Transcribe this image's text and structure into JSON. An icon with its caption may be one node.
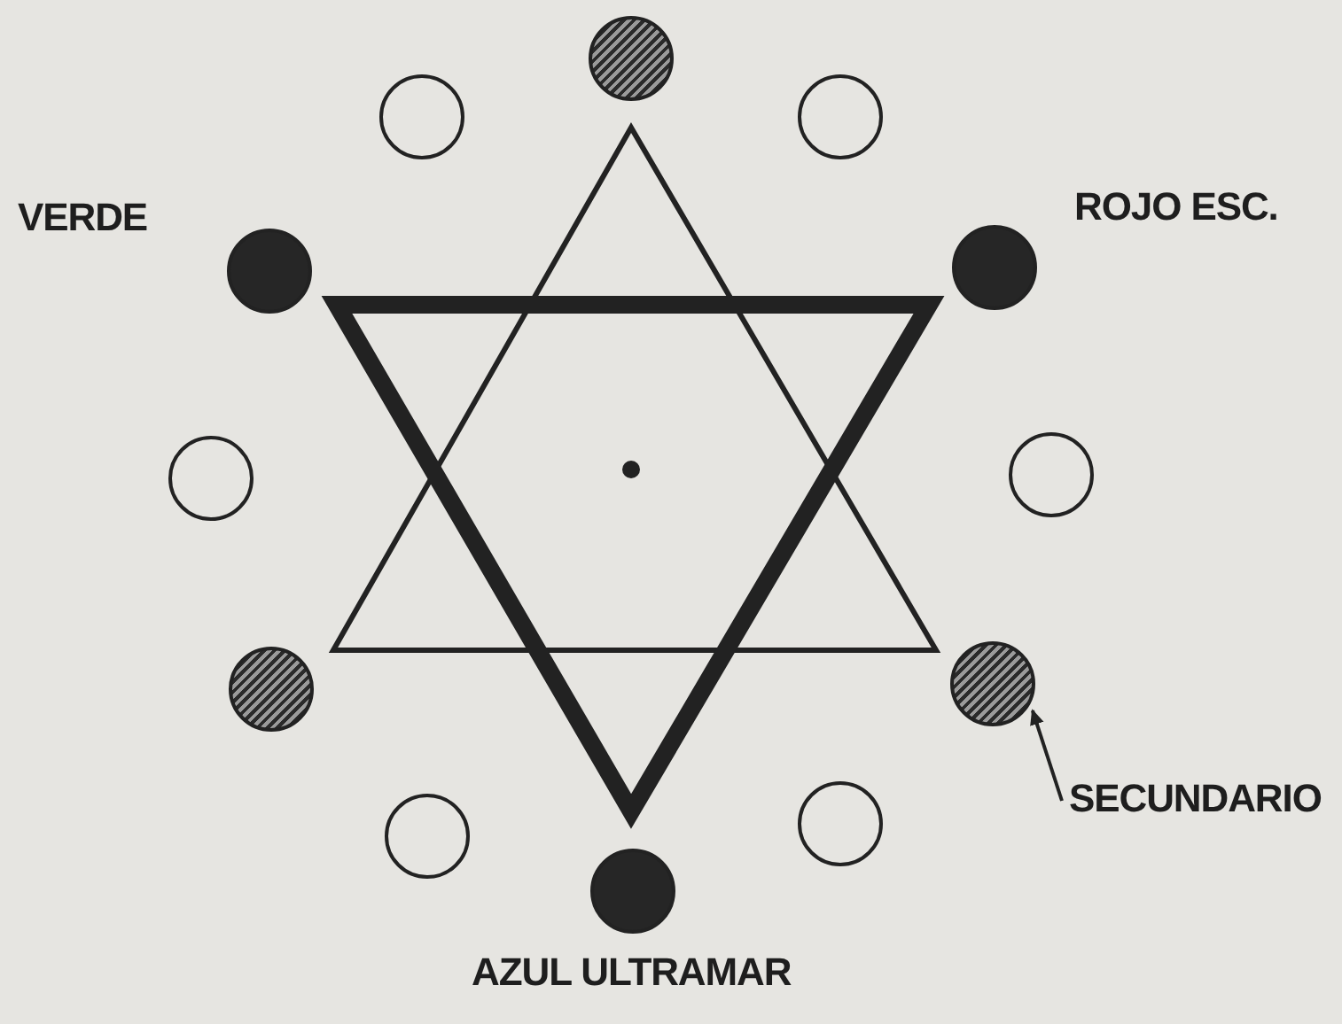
{
  "diagram": {
    "nodes": [
      {
        "text": [],
        "shape": "circle"
      },
      {
        "text": [],
        "shape": "circle"
      },
      {
        "text": [],
        "shape": "circle"
      },
      {
        "text": [],
        "shape": "circle",
        "beside": [
          "VERDE"
        ]
      },
      {
        "text": [],
        "shape": "circle",
        "beside": [
          "ROJO ESC."
        ]
      },
      {
        "text": [],
        "shape": "circle"
      },
      {
        "text": [],
        "shape": "circle"
      },
      {
        "text": [],
        "shape": "circle"
      },
      {
        "text": [],
        "shape": "circle"
      },
      {
        "text": [
          "SECUNDARIO"
        ]
      },
      {
        "text": [],
        "shape": "circle"
      },
      {
        "text": [],
        "shape": "circle"
      },
      {
        "text": [],
        "shape": "circle",
        "beside": [
          "AZUL ULTRAMAR"
        ]
      }
    ],
    "edges": [
      {
        "from": 9,
        "to": 8,
        "arrow": "to"
      }
    ]
  }
}
